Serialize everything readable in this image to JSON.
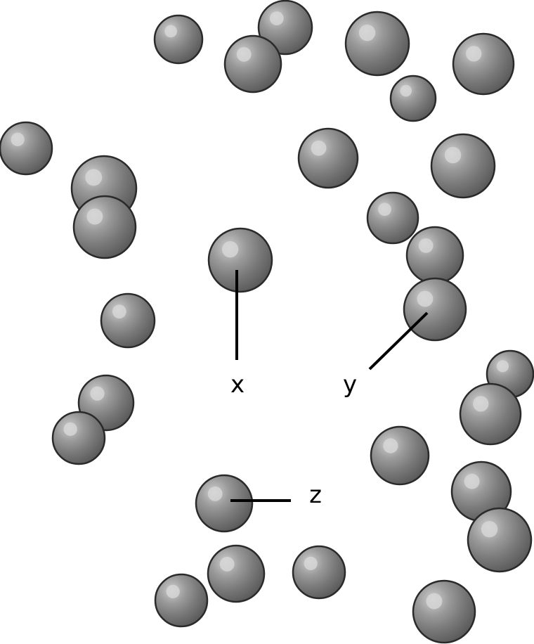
{
  "diagram": {
    "labels": {
      "x": "x",
      "y": "y",
      "z": "z"
    },
    "colors": {
      "sphere_outline": "#2a2a2a",
      "sphere_dark": "#5a5a5a",
      "sphere_highlight": "#d6d6d6",
      "leader_line": "#000000"
    }
  }
}
